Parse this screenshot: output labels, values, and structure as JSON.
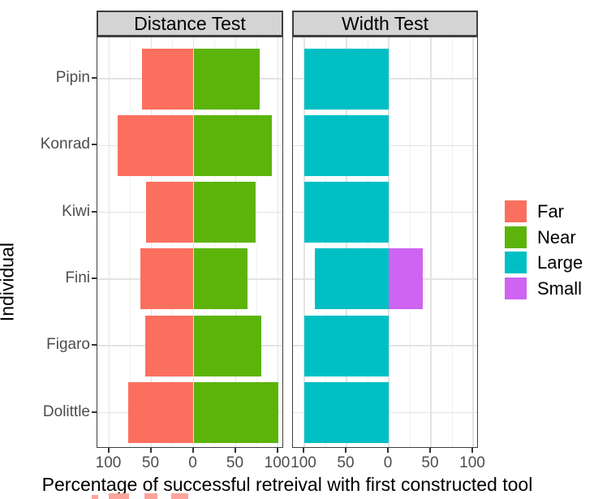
{
  "chart_data": {
    "type": "bar",
    "subtype": "horizontal diverging stacked bars, faceted",
    "categories": [
      "Pipin",
      "Konrad",
      "Kiwi",
      "Fini",
      "Figaro",
      "Dolittle"
    ],
    "facets": [
      {
        "title": "Distance Test",
        "series": [
          {
            "name": "Far",
            "direction": "left",
            "color": "#fb6f5f",
            "values": [
              61,
              90,
              56,
              63,
              57,
              77
            ]
          },
          {
            "name": "Near",
            "direction": "right",
            "color": "#5cb40a",
            "values": [
              78,
              93,
              74,
              64,
              80,
              100
            ]
          }
        ]
      },
      {
        "title": "Width Test",
        "series": [
          {
            "name": "Large",
            "direction": "left",
            "color": "#00bfc4",
            "values": [
              100,
              100,
              100,
              87.5,
              100,
              100
            ]
          },
          {
            "name": "Small",
            "direction": "right",
            "color": "#cf63f2",
            "values": [
              0,
              0,
              0,
              40,
              0,
              0
            ]
          }
        ]
      }
    ],
    "xlabel": "Percentage of successful retreival with first constructed tool",
    "ylabel": "Individual",
    "x_tick_values": [
      -100,
      -50,
      0,
      50,
      100
    ],
    "x_tick_labels": [
      "100",
      "50",
      "0",
      "50",
      "100"
    ],
    "xlim": [
      -110,
      110
    ],
    "grid": "major and minor vertical every 25, major horizontal per category",
    "legend_position": "right"
  },
  "legend": {
    "items": [
      {
        "label": "Far",
        "color": "#fb6f5f"
      },
      {
        "label": "Near",
        "color": "#5cb40a"
      },
      {
        "label": "Large",
        "color": "#00bfc4"
      },
      {
        "label": "Small",
        "color": "#cf63f2"
      }
    ]
  },
  "colors": {
    "strip_background": "#d4d4d4",
    "panel_border": "#3f3f3f",
    "grid_major": "#e3e3e3",
    "grid_minor": "#f1f1f1",
    "axis_text": "#4d4d4d",
    "title_text": "#000000",
    "bottom_cutoff_marks": "#fba49c"
  }
}
